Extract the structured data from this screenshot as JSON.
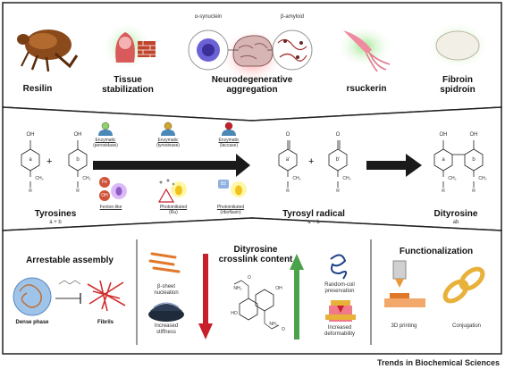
{
  "top": {
    "items": [
      {
        "label": "Resilin"
      },
      {
        "label": "Tissue\nstabilization"
      },
      {
        "label": "Neurodegenerative\naggregation"
      },
      {
        "label": "rsuckerin"
      },
      {
        "label": "Fibroin\nspidroin"
      }
    ],
    "synuclein": "α-synuclein",
    "amyloid": "β-amyloid"
  },
  "middle": {
    "tyrosines": "Tyrosines",
    "tyrosines_sub": "a + b",
    "radical": "Tyrosyl radical",
    "radical_sub": "a + b",
    "dityrosine": "Dityrosine",
    "dityrosine_sub": "ab",
    "enzymes": [
      {
        "l1": "Enzymatic",
        "l2": "(peroxidase)",
        "color": "#8fd16a"
      },
      {
        "l1": "Enzymatic",
        "l2": "(tyrosinase)",
        "color": "#d1a52a"
      },
      {
        "l1": "Enzymatic",
        "l2": "(laccase)",
        "color": "#c8202a"
      }
    ],
    "fenton": "Fenton-like",
    "ru_l1": "Photoinitiated",
    "ru_l2": "(Ru)",
    "rb_l1": "Photoinitiated",
    "rb_l2": "(riboflavin)",
    "fe_sym": "Fe",
    "oh_sym": "OH",
    "b2_sym": "B2",
    "ring_a": "a",
    "ring_b": "b",
    "ring_a2": "a'",
    "ring_b2": "b'",
    "oh": "OH",
    "o": "O",
    "ch2": "CH₂",
    "r": "R",
    "plus": "+"
  },
  "bottom": {
    "arrestable": "Arrestable assembly",
    "dense": "Dense phase",
    "fibrils": "Fibrils",
    "crosslink_title": "Dityrosine\ncrosslink content",
    "beta_l1": "β-sheet",
    "beta_l2": "nucleation",
    "stiff_l1": "Increased",
    "stiff_l2": "stiffness",
    "coil_l1": "Random-coil",
    "coil_l2": "preservation",
    "deform_l1": "Increased",
    "deform_l2": "deformability",
    "functionalization": "Functionalization",
    "printing": "3D printing",
    "conjugation": "Conjugation",
    "nh2": "NH₂",
    "oh": "OH",
    "ho": "HO",
    "o": "O"
  },
  "footer": "Trends in Biochemical Sciences"
}
